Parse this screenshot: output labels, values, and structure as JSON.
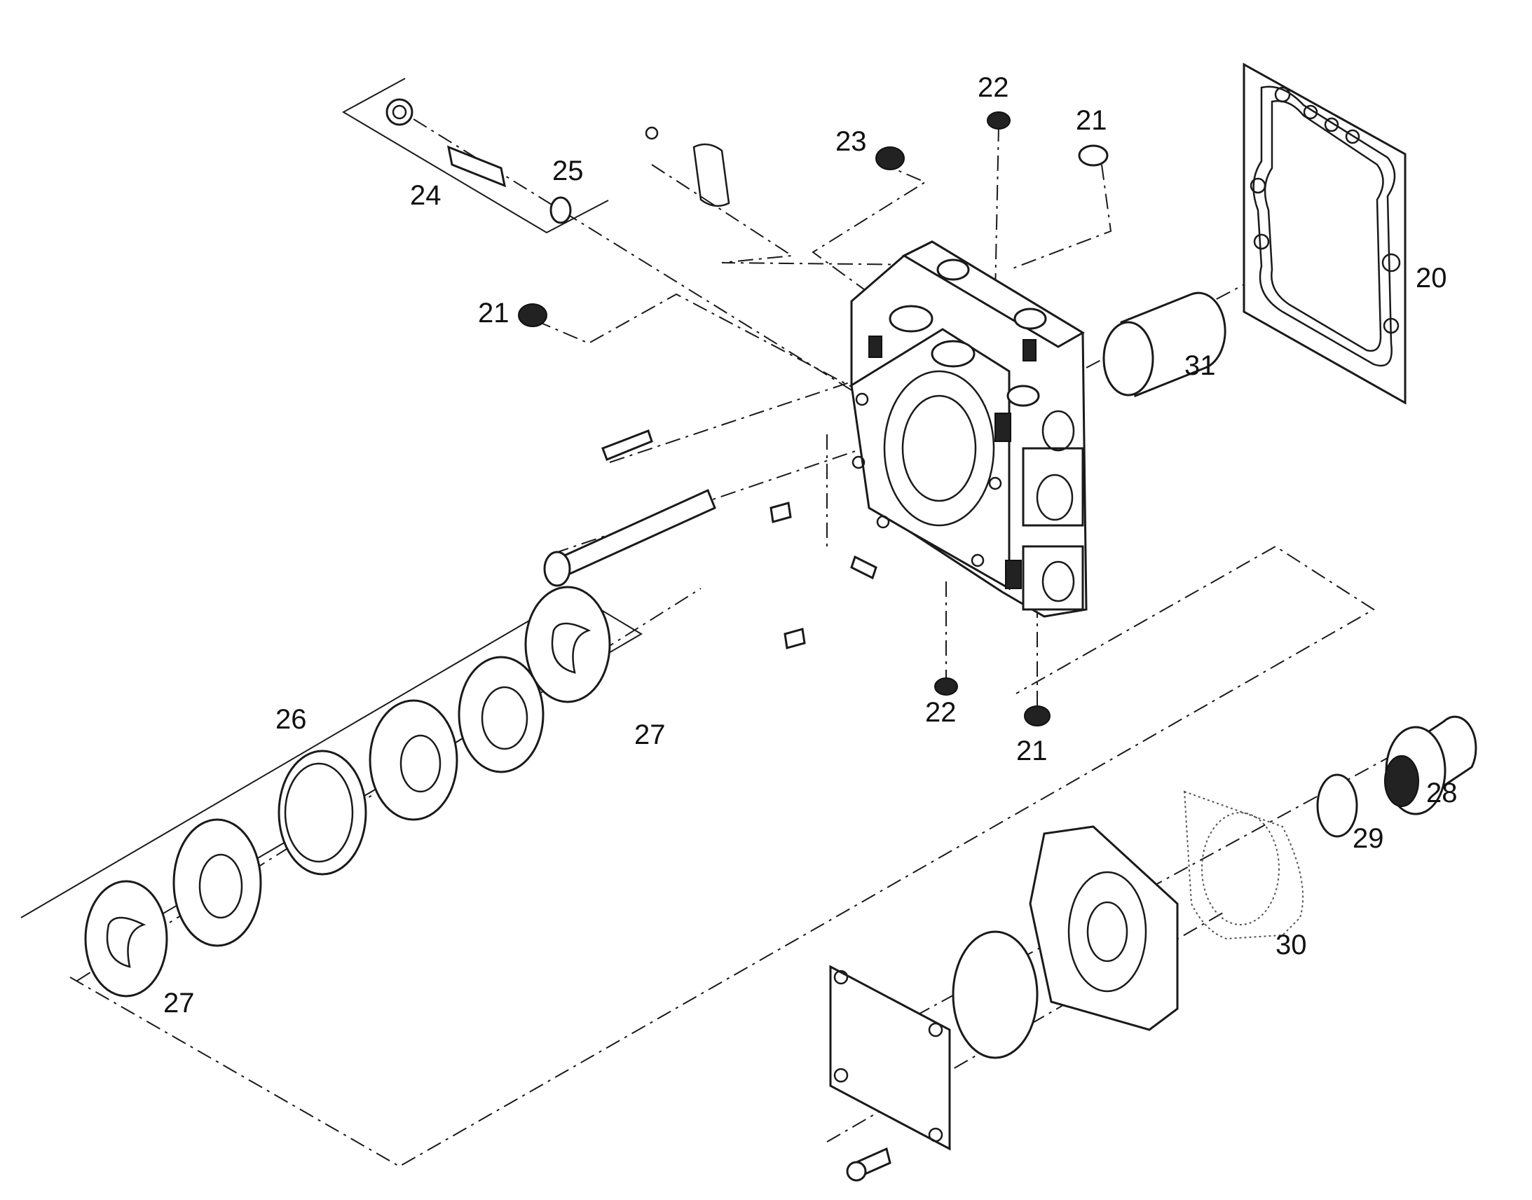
{
  "labels": {
    "l20": "20",
    "l21a": "21",
    "l21b": "21",
    "l21c": "21",
    "l22a": "22",
    "l22b": "22",
    "l23": "23",
    "l24": "24",
    "l25": "25",
    "l26": "26",
    "l27a": "27",
    "l27b": "27",
    "l28": "28",
    "l29": "29",
    "l30": "30",
    "l31": "31"
  }
}
